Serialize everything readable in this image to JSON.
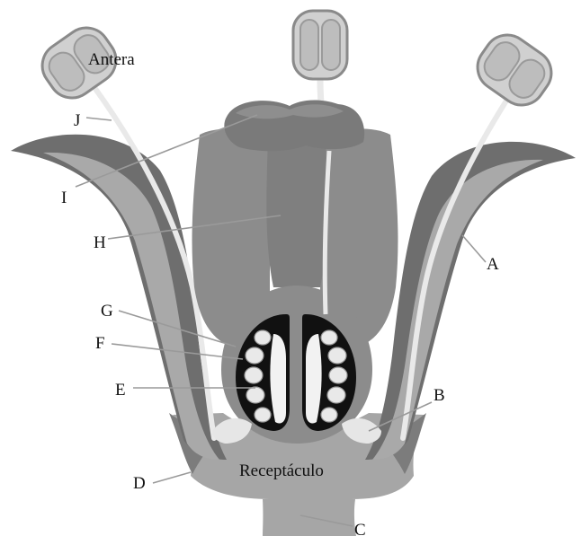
{
  "diagram": {
    "labels": {
      "antera": "Antera",
      "receptaculo": "Receptáculo",
      "a": "A",
      "b": "B",
      "c": "C",
      "d": "D",
      "e": "E",
      "f": "F",
      "g": "G",
      "h": "H",
      "i": "I",
      "j": "J"
    },
    "colors": {
      "petal_dark": "#6e6e6e",
      "petal_light": "#a9a9a9",
      "pistil": "#8c8c8c",
      "pistil_dark": "#747474",
      "stigma": "#7a7a7a",
      "ovary_chamber": "#111111",
      "ovule_fill": "#f2f2f2",
      "filament": "#e9e9e9",
      "anther_fill": "#d0d0d0",
      "anther_stroke": "#8a8a8a",
      "receptacle": "#a6a6a6",
      "nectary": "#e6e6e6"
    }
  }
}
